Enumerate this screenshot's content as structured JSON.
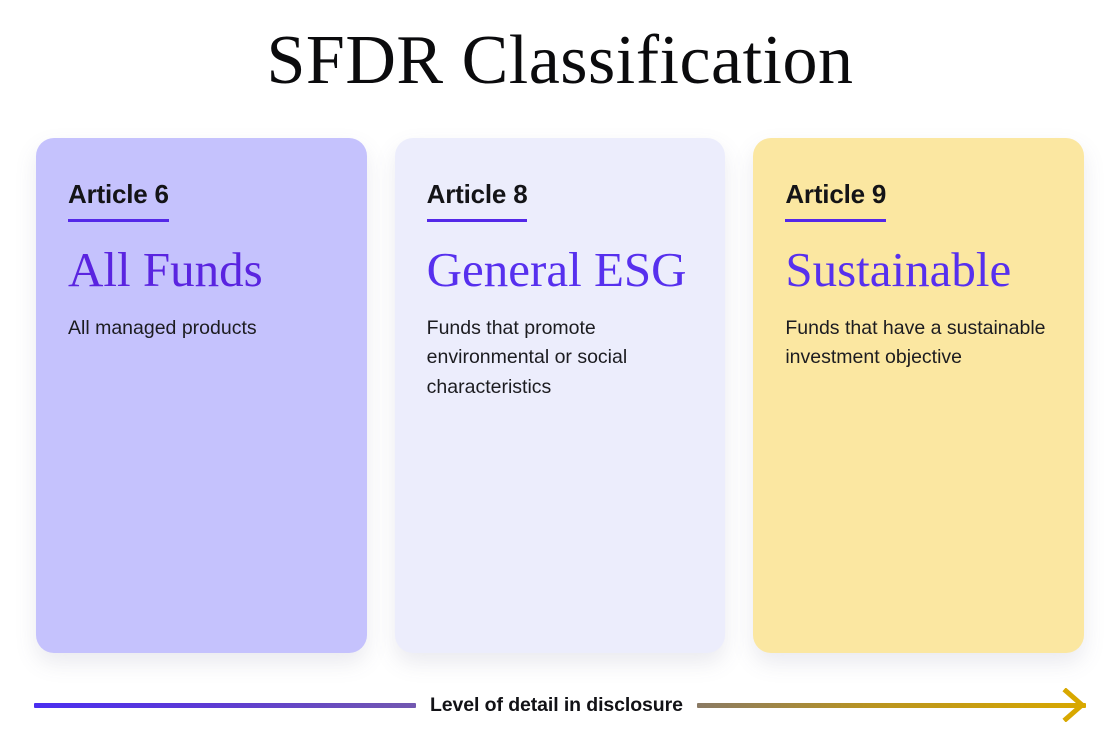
{
  "page": {
    "title": "SFDR Classification",
    "background_color": "#ffffff"
  },
  "colors": {
    "accent_underline": "#5428e8",
    "heading_purple": "#5a24e0",
    "card1_bg": "#c5c2fd",
    "card2_bg": "#ecedfc",
    "card3_bg": "#fbe7a1",
    "axis_start": "#4a2ef0",
    "axis_end": "#d8a800",
    "text_dark": "#141417"
  },
  "cards": [
    {
      "label": "Article 6",
      "heading": "All Funds",
      "description": "All managed products"
    },
    {
      "label": "Article 8",
      "heading": "General ESG",
      "description": "Funds that promote environmental or social characteristics"
    },
    {
      "label": "Article 9",
      "heading": "Sustainable",
      "description": "Funds that have a sustainable investment objective"
    }
  ],
  "axis": {
    "label": "Level of detail in disclosure",
    "arrow_icon": "arrow-right-icon",
    "direction": "left-to-right"
  }
}
